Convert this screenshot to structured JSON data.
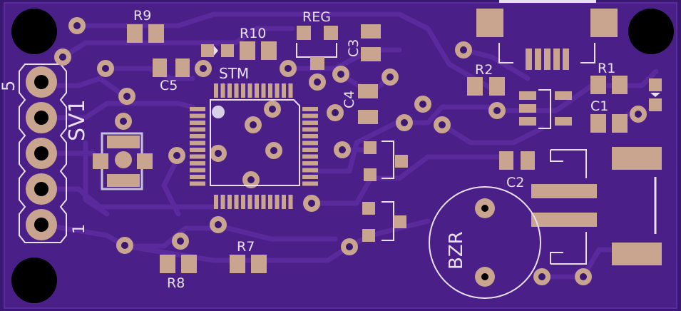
{
  "board": {
    "colors": {
      "substrate": "#3a1770",
      "copper": "#4a1f88",
      "trace": "#5a2a9c",
      "pad": "#c9a58f",
      "silkscreen": "#e8e0f0",
      "hole": "#000000"
    },
    "labels": {
      "r9": "R9",
      "r10": "R10",
      "reg": "REG",
      "c3": "C3",
      "c5": "C5",
      "stm": "STM",
      "c4": "C4",
      "r2": "R2",
      "r1": "R1",
      "c1": "C1",
      "c2": "C2",
      "sv1": "SV1",
      "pin5": "5",
      "pin1": "1",
      "bzr": "BZR",
      "r7": "R7",
      "r8": "R8"
    }
  }
}
